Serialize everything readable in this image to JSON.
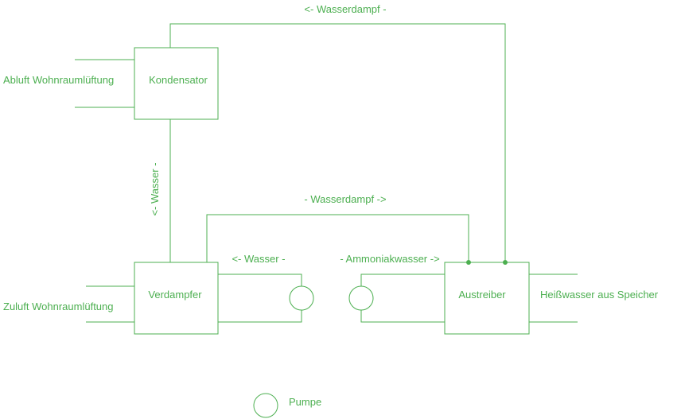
{
  "components": {
    "kondensator": "Kondensator",
    "verdampfer": "Verdampfer",
    "austreiber": "Austreiber"
  },
  "connections": {
    "top_wasserdampf": "<- Wasserdampf -",
    "mid_wasserdampf": "- Wasserdampf ->",
    "wasser_vertical": "<- Wasser -",
    "wasser_bottom": "<- Wasser -",
    "ammoniakwasser": "- Ammoniakwasser ->"
  },
  "ports": {
    "abluft": "Abluft Wohnraumlüftung",
    "zuluft": "Zuluft Wohnraumlüftung",
    "heisswasser": "Heißwasser aus Speicher"
  },
  "legend": {
    "pumpe": "Pumpe"
  },
  "colors": {
    "line": "#4caf50"
  }
}
